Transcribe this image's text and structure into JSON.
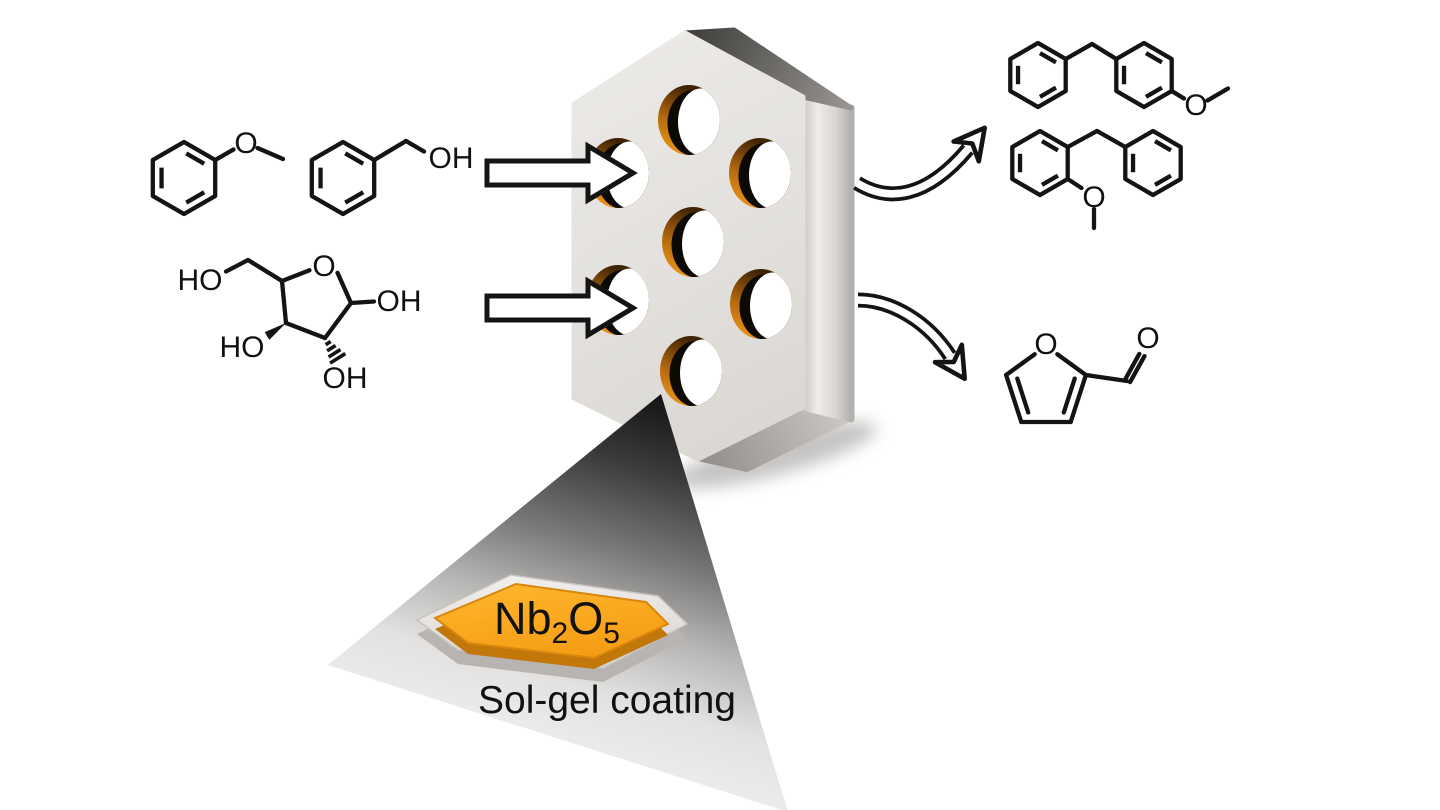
{
  "colors": {
    "background": "#ffffff",
    "bond": "#141414",
    "label_text": "#111111",
    "catalyst_orange_light": "#fdb32a",
    "catalyst_orange": "#f59c13",
    "catalyst_orange_dark": "#c1770a",
    "hole_orange_dark": "#3f2303",
    "hole_orange_mid": "#b56a10",
    "hole_orange_bright": "#f59d18",
    "monolith_face_light": "#edebe8",
    "monolith_face_dark": "#d9d6d2",
    "cone_dark": "#141414",
    "cone_light": "#f5f4f3"
  },
  "reactants": {
    "anisole": {
      "o_label": "O"
    },
    "benzyl_alcohol": {
      "oh_label": "OH"
    },
    "sugar": {
      "ho_top_label": "HO",
      "ring_o_label": "O",
      "oh_right_label": "OH",
      "ho_left_label": "HO",
      "oh_bottom_label": "OH"
    }
  },
  "products": {
    "para_isomer": {
      "o_label": "O"
    },
    "ortho_isomer": {
      "o_label": "O"
    },
    "furfural": {
      "ring_o_label": "O",
      "carbonyl_o_label": "O"
    }
  },
  "catalyst": {
    "symbol_1": "Nb",
    "subscript_1": "2",
    "symbol_2": "O",
    "subscript_2": "5"
  },
  "coating_label": "Sol-gel coating"
}
